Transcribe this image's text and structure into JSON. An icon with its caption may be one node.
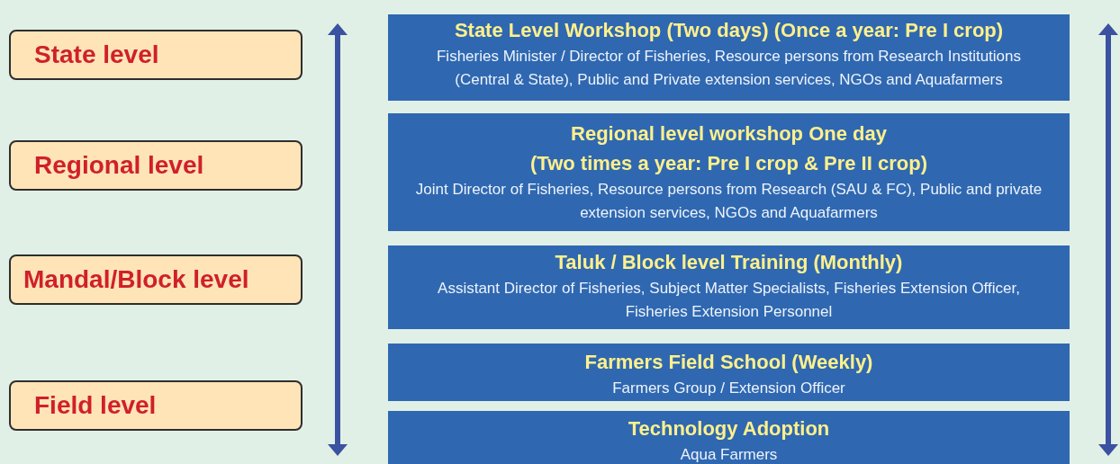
{
  "diagram": {
    "nodes": [
      {
        "text": [
          "State level"
        ]
      },
      {
        "text": [
          "Regional level"
        ]
      },
      {
        "text": [
          "Mandal/Block level"
        ]
      },
      {
        "text": [
          "Field level"
        ]
      },
      {
        "text": [
          "State Level Workshop (Two days) (Once a year: Pre I crop)",
          "Fisheries Minister / Director of Fisheries, Resource persons from Research Institutions (Central & State), Public and Private extension services, NGOs and Aquafarmers"
        ]
      },
      {
        "text": [
          "Regional level workshop One day",
          "(Two times a year: Pre I crop & Pre II crop)",
          "Joint Director of Fisheries, Resource persons from Research (SAU & FC), Public and private extension services, NGOs and Aquafarmers"
        ]
      },
      {
        "text": [
          "Taluk / Block level Training (Monthly)",
          "Assistant Director of Fisheries, Subject Matter Specialists, Fisheries Extension Officer, Fisheries Extension Personnel"
        ]
      },
      {
        "text": [
          "Farmers Field School (Weekly)",
          "Farmers Group / Extension Officer"
        ]
      },
      {
        "text": [
          "Technology Adoption",
          "Aqua Farmers"
        ]
      }
    ]
  }
}
